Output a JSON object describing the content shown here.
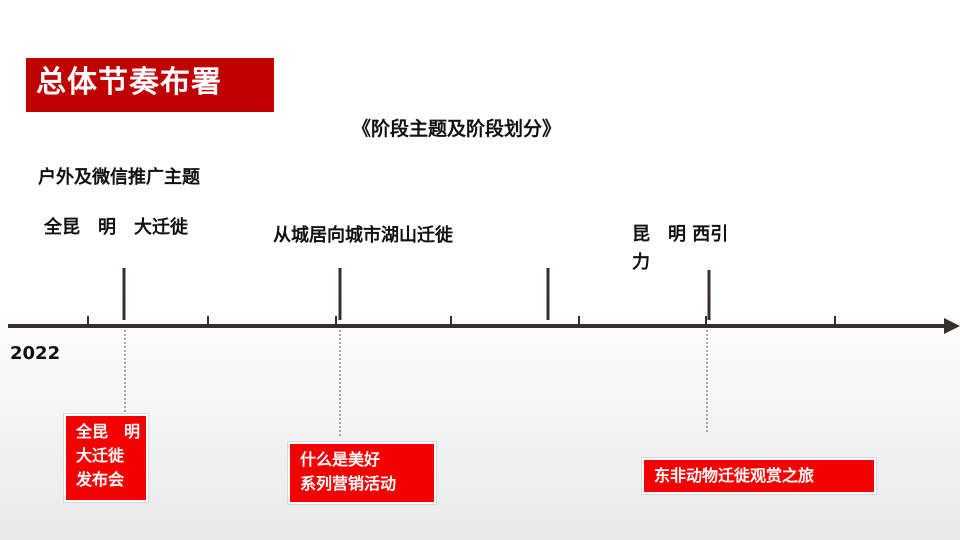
{
  "header": {
    "title": "总体节奏布署"
  },
  "subtitle": "《阶段主题及阶段划分》",
  "theme_label": "户外及微信推广主题",
  "timeline": {
    "start_label": "2022",
    "stages": [
      {
        "label": "全昆　明　大迁徙"
      },
      {
        "label": "从城居向城市湖山迁徙"
      },
      {
        "label_line1": "昆　明 西引",
        "label_line2": "力"
      }
    ],
    "events": [
      {
        "lines": [
          "全昆　明",
          "大迁徙",
          "发布会"
        ]
      },
      {
        "lines": [
          "什么是美好",
          "系列营销活动"
        ]
      },
      {
        "lines": [
          "东非动物迁徙观赏之旅"
        ]
      }
    ]
  },
  "colors": {
    "accent": "#c00000",
    "event_box": "#f50000",
    "axis": "#3a2e2c"
  }
}
